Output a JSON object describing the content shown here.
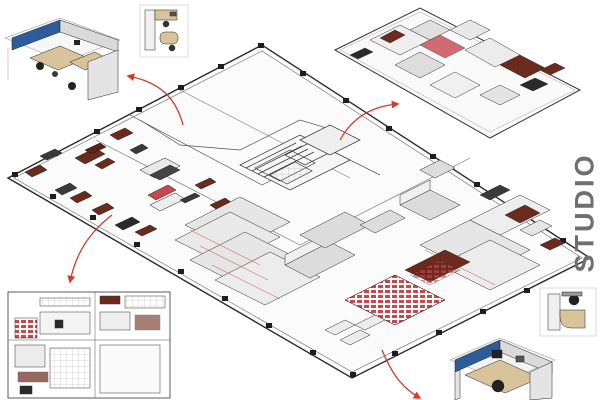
{
  "label": {
    "studio": "STUDIO"
  },
  "colors": {
    "line": "#2b2b2b",
    "floor": "#ffffff",
    "wood": "#6b2a1c",
    "chair_red": "#c8484f",
    "partition": "#e6e6e6",
    "blue_panel": "#2c5d9a",
    "tan_desk": "#d9c39a",
    "arrow": "#d23a2a"
  },
  "icons": [
    "callout-arrow-icon",
    "cubicle-icon",
    "chair-icon",
    "workstation-icon"
  ],
  "insets": [
    {
      "name": "cubicle-perspective-top-left"
    },
    {
      "name": "desk-plan-thumbnail"
    },
    {
      "name": "upper-floor-plan-top-right"
    },
    {
      "name": "floor-plan-bottom-left"
    },
    {
      "name": "desk-plan-right"
    },
    {
      "name": "cubicle-perspective-bottom-right"
    }
  ]
}
